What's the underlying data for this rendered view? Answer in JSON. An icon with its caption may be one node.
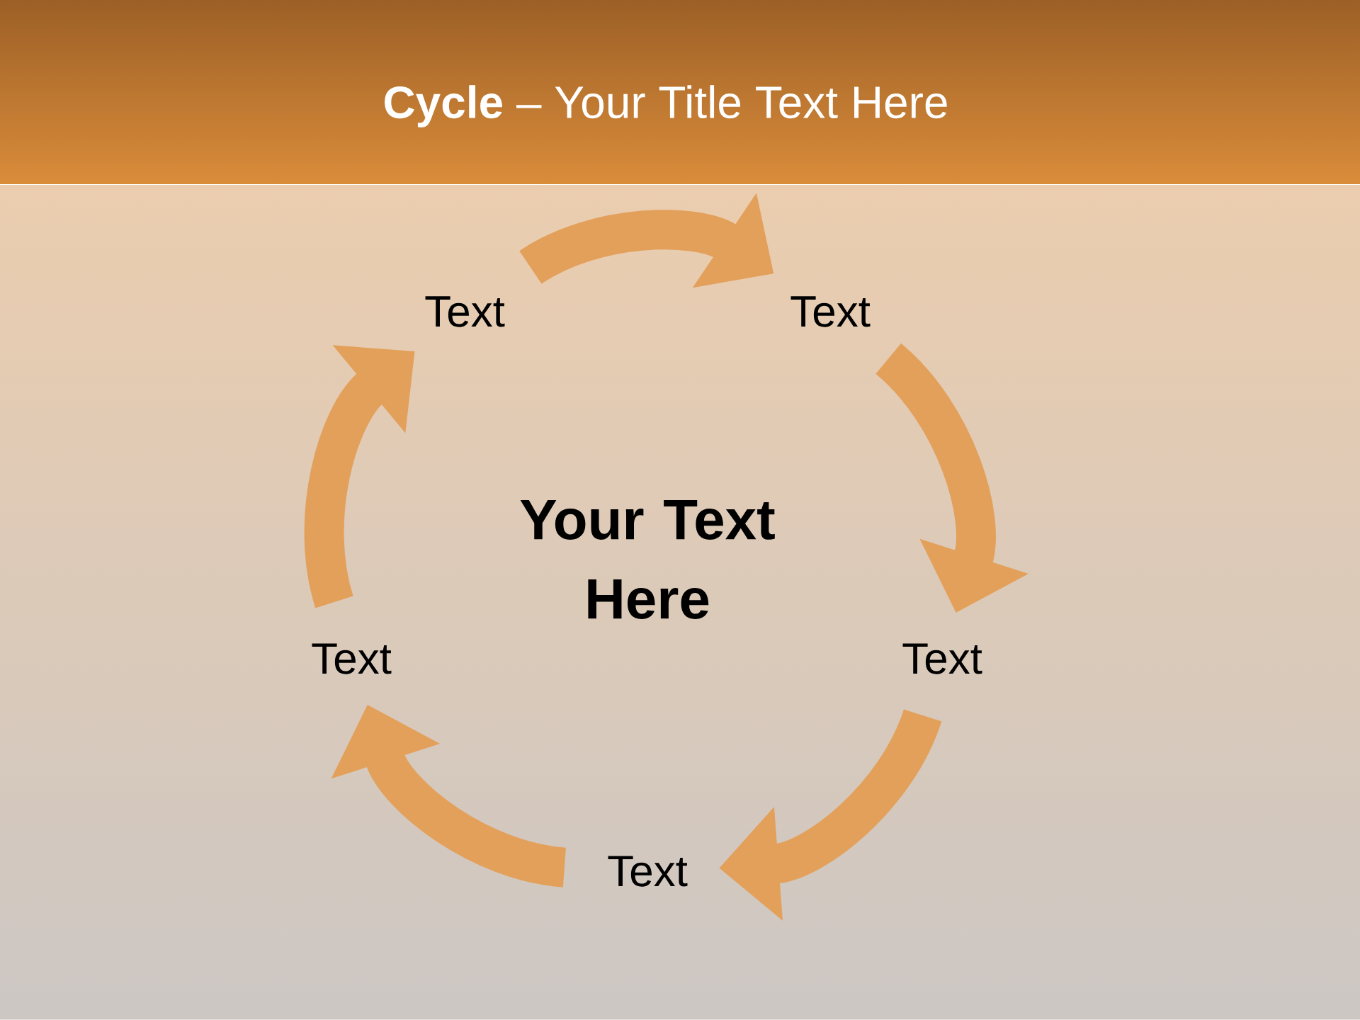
{
  "diagram": {
    "title": "**Cycle** – Your Title Text Here",
    "nodes": [
      {
        "text": [
          "Text"
        ]
      },
      {
        "text": [
          "Text"
        ]
      },
      {
        "text": [
          "Text"
        ]
      },
      {
        "text": [
          "Text"
        ]
      },
      {
        "text": [
          "Text"
        ]
      }
    ],
    "edges": [
      {
        "from": 0,
        "to": 1,
        "arrow": "to"
      },
      {
        "from": 1,
        "to": 2,
        "arrow": "to"
      },
      {
        "from": 2,
        "to": 3,
        "arrow": "to"
      },
      {
        "from": 3,
        "to": 4,
        "arrow": "to"
      },
      {
        "from": 4,
        "to": 0,
        "arrow": "to"
      }
    ],
    "labels": [
      "Your Text Here"
    ]
  }
}
